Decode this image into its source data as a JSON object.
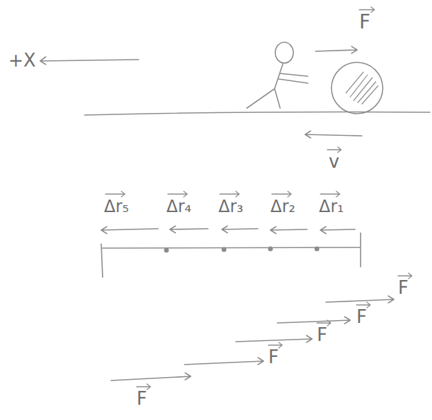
{
  "diagram": {
    "labels": [
      "+X",
      "F",
      "v",
      "Δr₅",
      "Δr₄",
      "Δr₃",
      "Δr₂",
      "Δr₁",
      "F",
      "F",
      "F",
      "F",
      "F"
    ]
  }
}
